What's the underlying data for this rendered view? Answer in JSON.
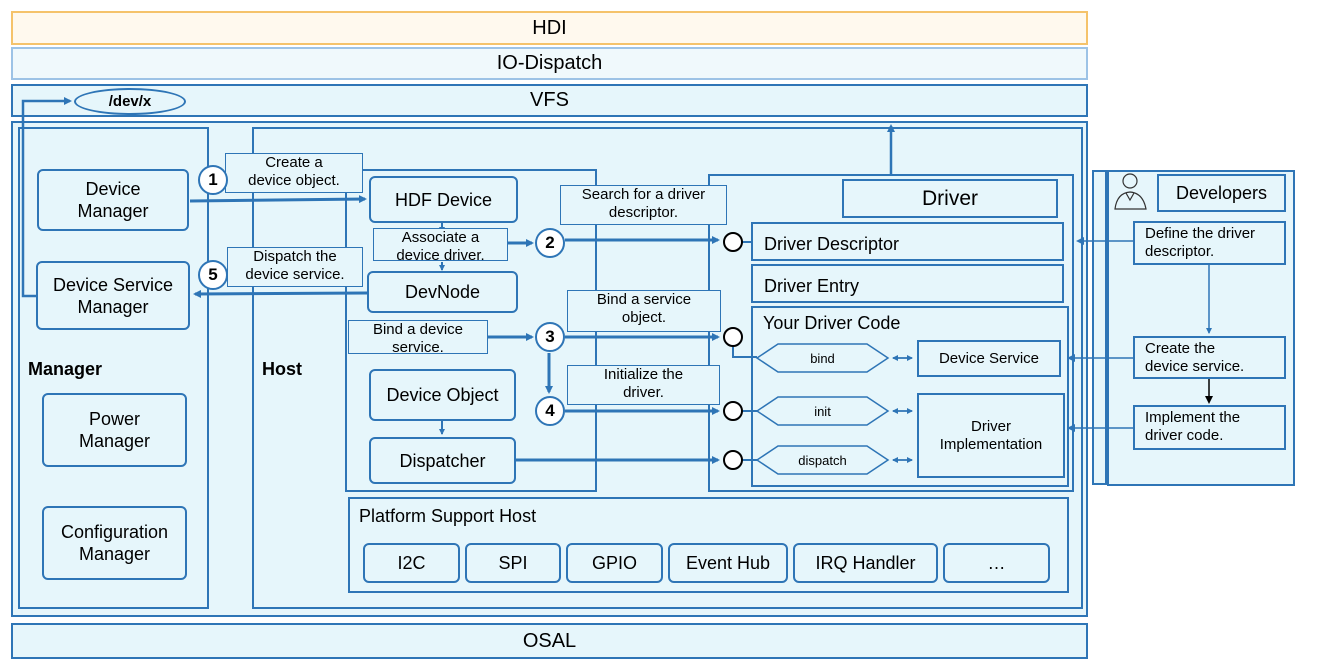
{
  "layers": {
    "hdi": "HDI",
    "io_dispatch": "IO-Dispatch",
    "vfs": "VFS",
    "osal": "OSAL",
    "dev_node": "/dev/x"
  },
  "manager": {
    "title": "Manager",
    "device_manager": "Device\nManager",
    "device_service_manager": "Device Service\nManager",
    "power_manager": "Power\nManager",
    "configuration_manager": "Configuration\nManager"
  },
  "host": {
    "title": "Host",
    "hdf_device": "HDF Device",
    "devnode": "DevNode",
    "device_object": "Device Object",
    "dispatcher": "Dispatcher",
    "platform_support_host": "Platform Support Host",
    "platform_items": [
      "I2C",
      "SPI",
      "GPIO",
      "Event Hub",
      "IRQ Handler",
      "…"
    ]
  },
  "steps": {
    "s1_num": "1",
    "s1": "Create a\ndevice object.",
    "s2_num": "2",
    "s2a": "Associate a\ndevice driver.",
    "s2b": "Search for a driver\ndescriptor.",
    "s3_num": "3",
    "s3a": "Bind a device\nservice.",
    "s3b": "Bind a service\nobject.",
    "s4_num": "4",
    "s4": "Initialize the\ndriver.",
    "s5_num": "5",
    "s5": "Dispatch the\ndevice service."
  },
  "driver": {
    "title": "Driver",
    "descriptor": "Driver Descriptor",
    "entry": "Driver Entry",
    "code": "Your Driver Code",
    "bind": "bind",
    "init": "init",
    "dispatch": "dispatch",
    "device_service": "Device Service",
    "implementation": "Driver\nImplementation"
  },
  "developers": {
    "title": "Developers",
    "define": "Define the driver\ndescriptor.",
    "create": "Create the\ndevice service.",
    "implement": "Implement the\ndriver code."
  },
  "colors": {
    "line": "#2e75b6",
    "fill": "#e6f6fb",
    "hdi_border": "#f5c36b",
    "hdi_fill": "#fff9ee"
  }
}
